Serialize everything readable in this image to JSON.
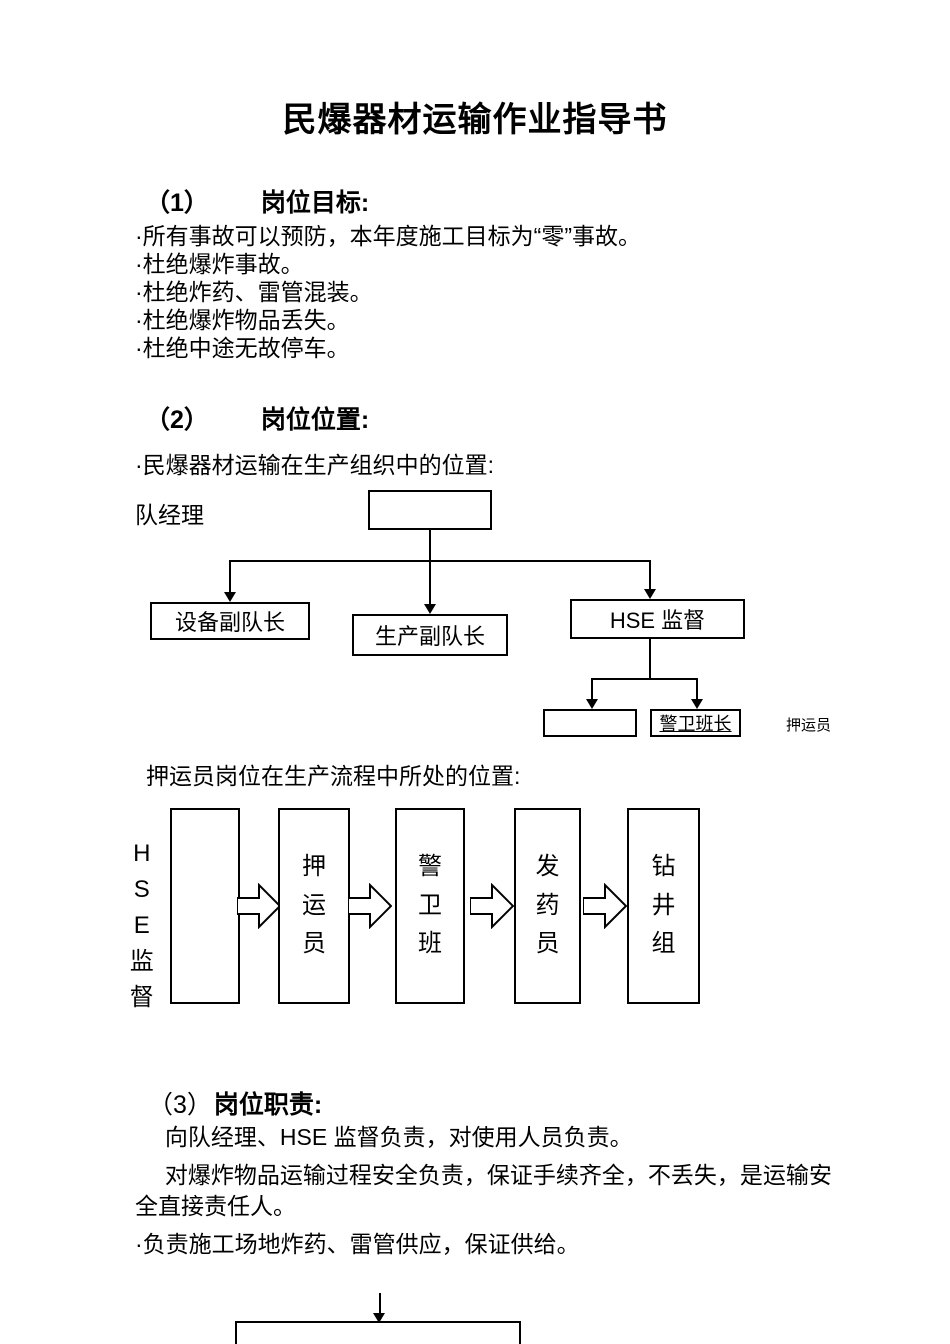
{
  "colors": {
    "ink": "#000000",
    "paper": "#ffffff"
  },
  "title": "民爆器材运输作业指导书",
  "section1": {
    "num": "（1）",
    "label": "岗位目标:",
    "items": [
      "·所有事故可以预防，本年度施工目标为“零”事故。",
      "·杜绝爆炸事故。",
      "·杜绝炸药、雷管混装。",
      "·杜绝爆炸物品丢失。",
      "·杜绝中途无故停车。"
    ]
  },
  "section2": {
    "num": "（2）",
    "label": "岗位位置:",
    "intro": "·民爆器材运输在生产组织中的位置:",
    "org_chart": {
      "manager_label": "队经理",
      "row2": [
        "设备副队长",
        "生产副队长",
        "HSE 监督"
      ],
      "row3": [
        "",
        "警卫班长"
      ],
      "escort_label": "押运员"
    },
    "flow_caption": "押运员岗位在生产流程中所处的位置:",
    "flow_chart": {
      "left_label": "HSE监督",
      "boxes": [
        "",
        "押运员",
        "警卫班",
        "发药员",
        "钻井组"
      ]
    }
  },
  "section3": {
    "num": "（3）",
    "label": "岗位职责:",
    "paragraphs": [
      "向队经理、HSE 监督负责，对使用人员负责。",
      "对爆炸物品运输过程安全负责，保证手续齐全，不丢失，是运输安全直接责任人。",
      "·负责施工场地炸药、雷管供应，保证供给。"
    ]
  }
}
